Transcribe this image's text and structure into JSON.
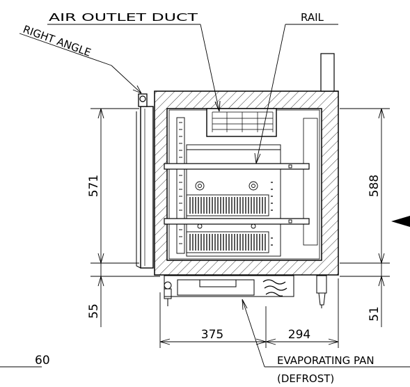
{
  "labels": {
    "air_outlet_duct": "AIR OUTLET DUCT",
    "rail": "RAIL",
    "right_angle": "RIGHT ANGLE",
    "evaporating_pan": "EVAPORATING PAN",
    "defrost": "(DEFROST)"
  },
  "dimensions": {
    "d571": "571",
    "d588": "588",
    "d55": "55",
    "d51": "51",
    "d375": "375",
    "d294": "294",
    "d60": "60"
  },
  "colors": {
    "line": "#000000",
    "background": "#ffffff"
  }
}
